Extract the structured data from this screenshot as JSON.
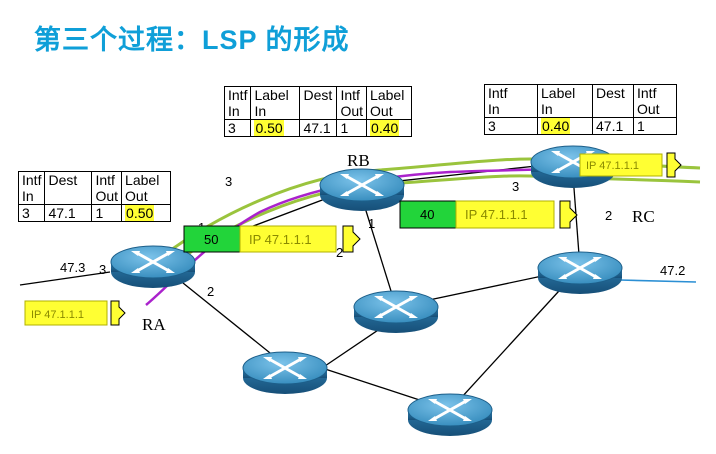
{
  "title": {
    "text": "第三个过程：LSP 的形成",
    "color": "#0f9fd8"
  },
  "colors": {
    "router": "#2e86b8",
    "label_box": "#22d43a",
    "packet_box": "#ffff33",
    "path_green": "#9ac43d",
    "path_purple": "#aa22cc"
  },
  "tables": {
    "ra": {
      "headers": [
        "Intf\nIn",
        "Dest",
        "Intf\nOut",
        "Label\nOut"
      ],
      "row": [
        "3",
        "47.1",
        "1",
        "0.50"
      ]
    },
    "rb": {
      "headers": [
        "Intf\nIn",
        "Label\nIn",
        "Dest",
        "Intf\nOut",
        "Label\nOut"
      ],
      "row": [
        "3",
        "0.50",
        "47.1",
        "1",
        "0.40"
      ]
    },
    "rc": {
      "headers": [
        "Intf\nIn",
        "Label\nIn",
        "Dest",
        "Intf\nOut"
      ],
      "row": [
        "3",
        "0.40",
        "47.1",
        "1"
      ]
    }
  },
  "routers": {
    "ra": "RA",
    "rb": "RB",
    "rc": "RC"
  },
  "networks": {
    "left": "47.3",
    "right": "47.2"
  },
  "ports": {
    "ra_3": "3",
    "ra_2": "2",
    "ra_1": "1",
    "rb_3": "3",
    "rb_2": "2",
    "rb_1": "1",
    "rc_3": "3",
    "rc_2": "2"
  },
  "packets": {
    "ip": "IP 47.1.1.1",
    "in_rb": "IP 47.1.1.1",
    "to_rc": "IP 47.1.1.1",
    "at_rc": "IP 47.1.1.1"
  },
  "labels": {
    "l50": "50",
    "l40": "40"
  }
}
